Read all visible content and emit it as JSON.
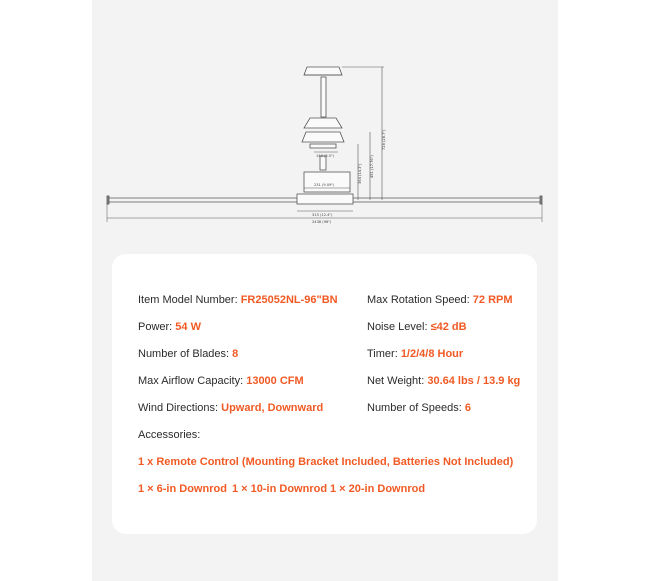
{
  "specs_left": [
    {
      "label": "Item Model Number: ",
      "value": "FR25052NL-96\"BN"
    },
    {
      "label": "Power: ",
      "value": "54 W"
    },
    {
      "label": "Number of Blades: ",
      "value": "8"
    },
    {
      "label": "Max Airflow Capacity: ",
      "value": "13000 CFM"
    },
    {
      "label": "Wind Directions: ",
      "value": "Upward, Downward"
    }
  ],
  "specs_right": [
    {
      "label": "Max Rotation Speed: ",
      "value": "72 RPM"
    },
    {
      "label": "Noise Level: ",
      "value": "≤42 dB"
    },
    {
      "label": "Timer: ",
      "value": "1/2/4/8 Hour"
    },
    {
      "label": "Net Weight: ",
      "value": "30.64 lbs / 13.9 kg"
    },
    {
      "label": "Number of Speeds: ",
      "value": "6"
    }
  ],
  "accessories": {
    "heading": "Accessories:",
    "remote": "1 x Remote Control (Mounting Bracket Included, Batteries Not Included)",
    "downrods": [
      "1 × 6-in Downrod",
      "1 × 10-in Downrod",
      "1 × 20-in Downrod"
    ]
  },
  "diagram_dimensions": {
    "canopy_width": "140 (5.5\")",
    "motor_width": "231 (9.09\")",
    "hub_width": "315 (12.4\")",
    "total_span": "2438 (96\")",
    "height_short": "364 (14.3\")",
    "height_mid": "451 (17.76\")",
    "height_tall": "728 (28.7\")"
  },
  "colors": {
    "accent": "#f15a24",
    "text": "#2b2b2b",
    "panel": "#f3f3f3"
  }
}
